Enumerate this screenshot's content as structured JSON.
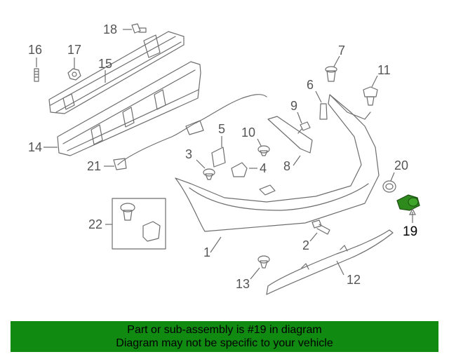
{
  "banner": {
    "line1": "Part or sub-assembly is #19 in diagram",
    "line2": "Diagram may not be specific to your vehicle"
  },
  "callouts": [
    {
      "id": "c1",
      "label": "1"
    },
    {
      "id": "c2",
      "label": "2"
    },
    {
      "id": "c3",
      "label": "3"
    },
    {
      "id": "c4",
      "label": "4"
    },
    {
      "id": "c5",
      "label": "5"
    },
    {
      "id": "c6",
      "label": "6"
    },
    {
      "id": "c7",
      "label": "7"
    },
    {
      "id": "c8",
      "label": "8"
    },
    {
      "id": "c9",
      "label": "9"
    },
    {
      "id": "c10",
      "label": "10"
    },
    {
      "id": "c11",
      "label": "11"
    },
    {
      "id": "c12",
      "label": "12"
    },
    {
      "id": "c13",
      "label": "13"
    },
    {
      "id": "c14",
      "label": "14"
    },
    {
      "id": "c15",
      "label": "15"
    },
    {
      "id": "c16",
      "label": "16"
    },
    {
      "id": "c17",
      "label": "17"
    },
    {
      "id": "c18",
      "label": "18"
    },
    {
      "id": "c19",
      "label": "19"
    },
    {
      "id": "c20",
      "label": "20"
    },
    {
      "id": "c21",
      "label": "21"
    },
    {
      "id": "c22",
      "label": "22"
    }
  ],
  "highlight": {
    "part": "19",
    "color": "#2f8a1e"
  },
  "colors": {
    "banner": "#108a10",
    "line": "#6e6e6e",
    "label": "#555555"
  }
}
